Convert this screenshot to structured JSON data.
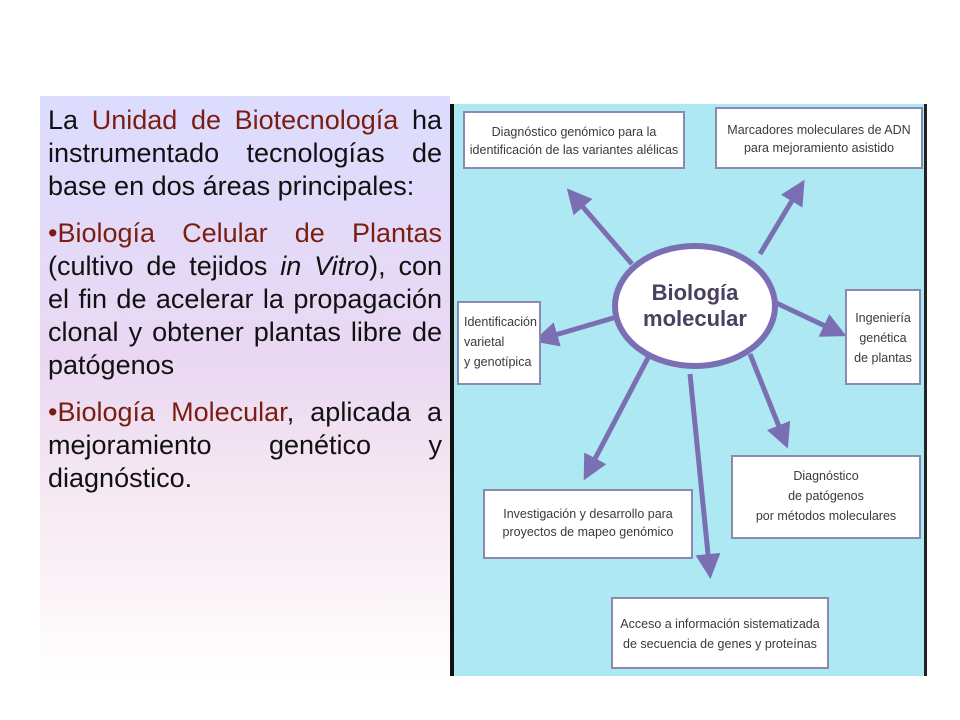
{
  "intro": {
    "w1": "La",
    "w2": "Unidad de Biotecnología",
    "w3": "ha instrumentado tecnologías de base en dos áreas principales:"
  },
  "bullets": [
    {
      "mark": "•",
      "kw": "Biología Celular de Plantas",
      "pre": " (cultivo de tejidos ",
      "italic": "in Vitro",
      "post": "), con el fin de acelerar la propagación clonal y obtener plantas libre de patógenos"
    },
    {
      "mark": "•",
      "kw": "Biología Molecular",
      "pre": ", aplicada a mejoramiento genético y diagnóstico.",
      "italic": "",
      "post": ""
    }
  ],
  "diagram": {
    "center": [
      "Biología",
      "molecular"
    ],
    "nodes": {
      "n1": [
        "Diagnóstico genómico para la",
        "identificación de las variantes alélicas"
      ],
      "n2": [
        "Marcadores moleculares de ADN",
        "para mejoramiento asistido"
      ],
      "n3": [
        "Identificación",
        "varietal",
        "y genotípica"
      ],
      "n4": [
        "Ingeniería",
        "genética",
        "de plantas"
      ],
      "n5": [
        "Diagnóstico",
        "de patógenos",
        "por métodos moleculares"
      ],
      "n6": [
        "Investigación y desarrollo para",
        "proyectos de mapeo genómico"
      ],
      "n7": [
        "Acceso a información sistematizada",
        "de secuencia de genes y proteínas"
      ]
    },
    "colors": {
      "background": "#aee8f2",
      "arrow": "#7b6fb3",
      "ellipse_border": "#7b6fb3",
      "box_border": "#8a8ab0"
    }
  }
}
